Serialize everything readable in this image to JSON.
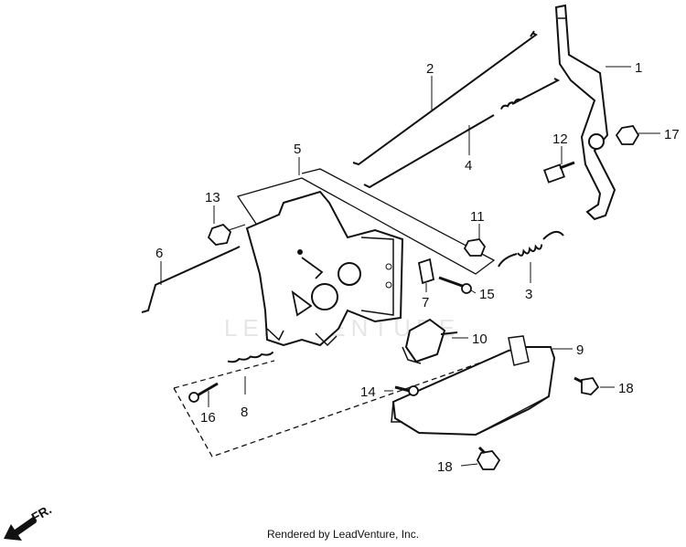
{
  "parts": [
    {
      "id": "part-1",
      "label": "1"
    },
    {
      "id": "part-2",
      "label": "2"
    },
    {
      "id": "part-3",
      "label": "3"
    },
    {
      "id": "part-4",
      "label": "4"
    },
    {
      "id": "part-5",
      "label": "5"
    },
    {
      "id": "part-6",
      "label": "6"
    },
    {
      "id": "part-7",
      "label": "7"
    },
    {
      "id": "part-8",
      "label": "8"
    },
    {
      "id": "part-9",
      "label": "9"
    },
    {
      "id": "part-10",
      "label": "10"
    },
    {
      "id": "part-11",
      "label": "11"
    },
    {
      "id": "part-12",
      "label": "12"
    },
    {
      "id": "part-13",
      "label": "13"
    },
    {
      "id": "part-14",
      "label": "14"
    },
    {
      "id": "part-15",
      "label": "15"
    },
    {
      "id": "part-16",
      "label": "16"
    },
    {
      "id": "part-17",
      "label": "17"
    },
    {
      "id": "part-18a",
      "label": "18"
    },
    {
      "id": "part-18b",
      "label": "18"
    }
  ],
  "direction_label": "FR.",
  "watermark": "LEADVENTURE",
  "footer": "Rendered by LeadVenture, Inc."
}
